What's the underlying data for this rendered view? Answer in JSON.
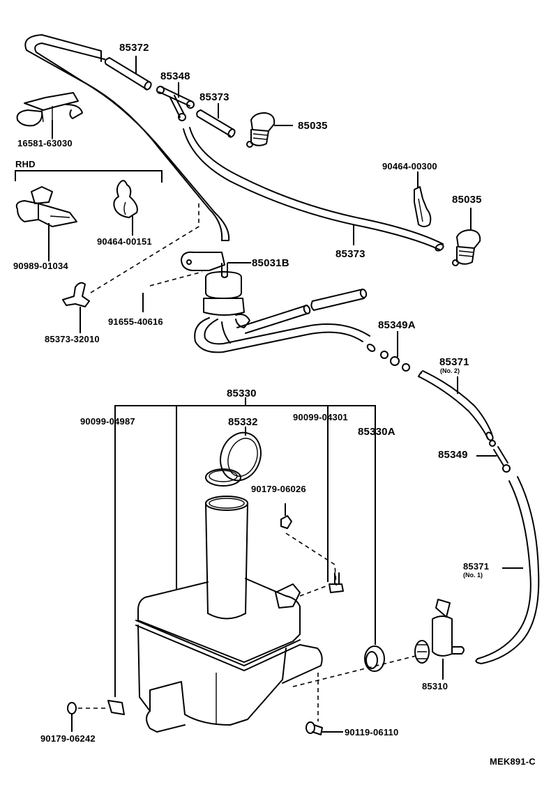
{
  "diagram": {
    "title": "Windshield Washer System Parts Diagram",
    "reference_code": "MEK891-C",
    "section_labels": {
      "rhd": "RHD"
    },
    "parts": [
      {
        "id": "p85372",
        "number": "85372"
      },
      {
        "id": "p85348",
        "number": "85348"
      },
      {
        "id": "p85373_top",
        "number": "85373"
      },
      {
        "id": "p85035_left",
        "number": "85035"
      },
      {
        "id": "p16581",
        "number": "16581-63030"
      },
      {
        "id": "p90464_00300",
        "number": "90464-00300"
      },
      {
        "id": "p85035_right",
        "number": "85035"
      },
      {
        "id": "p90464_00151",
        "number": "90464-00151"
      },
      {
        "id": "p90989",
        "number": "90989-01034"
      },
      {
        "id": "p85373_mid",
        "number": "85373"
      },
      {
        "id": "p85031B",
        "number": "85031B"
      },
      {
        "id": "p91655",
        "number": "91655-40616"
      },
      {
        "id": "p85373_32010",
        "number": "85373-32010"
      },
      {
        "id": "p85349A",
        "number": "85349A"
      },
      {
        "id": "p85371_no2",
        "number": "85371",
        "note": "(No. 2)"
      },
      {
        "id": "p85330",
        "number": "85330"
      },
      {
        "id": "p90099_04987",
        "number": "90099-04987"
      },
      {
        "id": "p85332",
        "number": "85332"
      },
      {
        "id": "p90099_04301",
        "number": "90099-04301"
      },
      {
        "id": "p85330A",
        "number": "85330A"
      },
      {
        "id": "p85349",
        "number": "85349"
      },
      {
        "id": "p90179_06026",
        "number": "90179-06026"
      },
      {
        "id": "p85371_no1",
        "number": "85371",
        "note": "(No. 1)"
      },
      {
        "id": "p85310",
        "number": "85310"
      },
      {
        "id": "p90179_06242",
        "number": "90179-06242"
      },
      {
        "id": "p90119_06110",
        "number": "90119-06110"
      }
    ]
  }
}
